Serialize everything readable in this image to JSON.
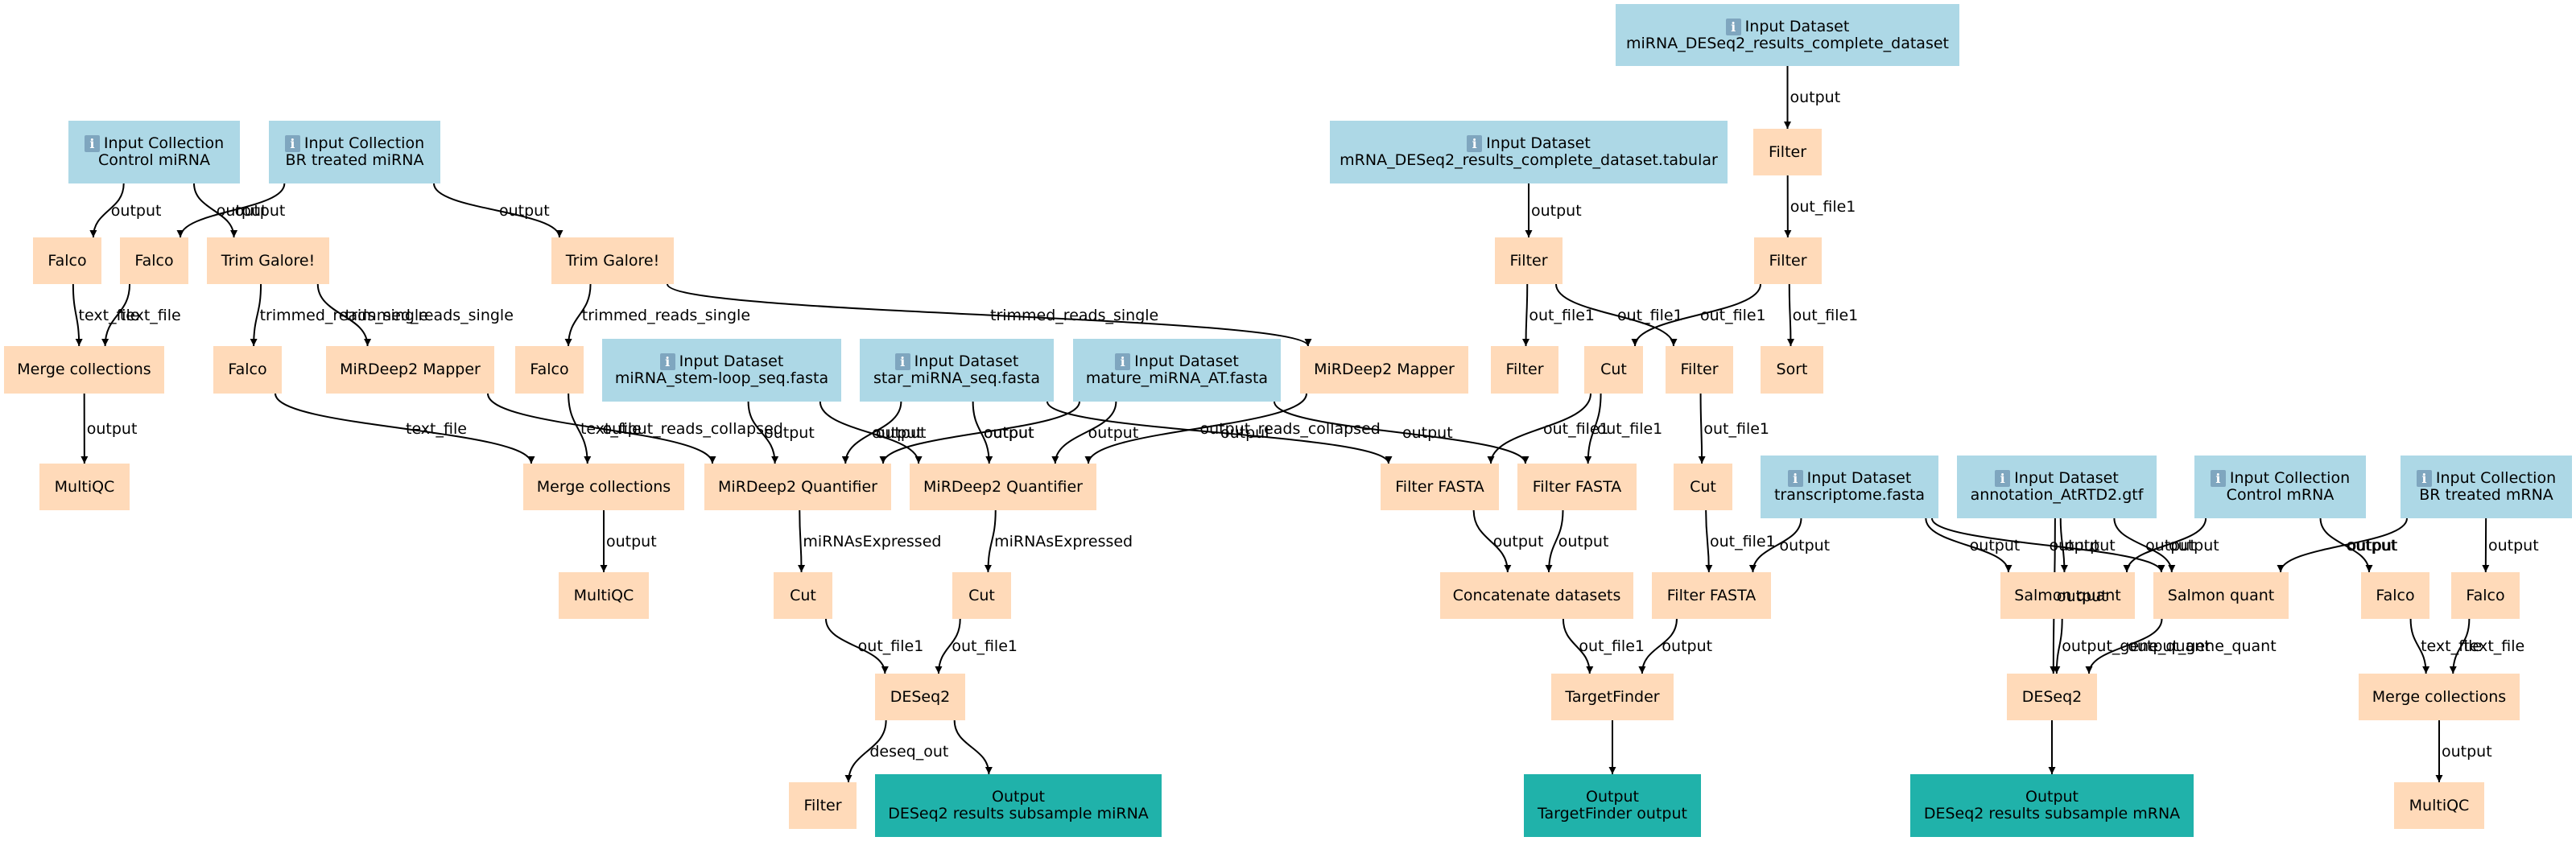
{
  "diagram": {
    "colors": {
      "input": "#add8e6",
      "tool": "#ffdab9",
      "output": "#20b2aa",
      "edge": "#000000"
    },
    "nodes": [
      {
        "id": "in_ctrl_mirna",
        "type": "input",
        "title": "Input Collection",
        "subtitle": "Control miRNA",
        "icon": "info-icon"
      },
      {
        "id": "in_br_mirna",
        "type": "input",
        "title": "Input Collection",
        "subtitle": "BR treated miRNA",
        "icon": "info-icon"
      },
      {
        "id": "falco1",
        "type": "tool",
        "title": "Falco"
      },
      {
        "id": "falco2",
        "type": "tool",
        "title": "Falco"
      },
      {
        "id": "trim1",
        "type": "tool",
        "title": "Trim Galore!"
      },
      {
        "id": "trim2",
        "type": "tool",
        "title": "Trim Galore!"
      },
      {
        "id": "merge1",
        "type": "tool",
        "title": "Merge collections"
      },
      {
        "id": "falco3",
        "type": "tool",
        "title": "Falco"
      },
      {
        "id": "mapper1",
        "type": "tool",
        "title": "MiRDeep2 Mapper"
      },
      {
        "id": "falco4",
        "type": "tool",
        "title": "Falco"
      },
      {
        "id": "multiqc1",
        "type": "tool",
        "title": "MultiQC"
      },
      {
        "id": "in_stemloop",
        "type": "input",
        "title": "Input Dataset",
        "subtitle": "miRNA_stem-loop_seq.fasta",
        "icon": "info-icon"
      },
      {
        "id": "in_star",
        "type": "input",
        "title": "Input Dataset",
        "subtitle": "star_miRNA_seq.fasta",
        "icon": "info-icon"
      },
      {
        "id": "in_mature",
        "type": "input",
        "title": "Input Dataset",
        "subtitle": "mature_miRNA_AT.fasta",
        "icon": "info-icon"
      },
      {
        "id": "mapper2",
        "type": "tool",
        "title": "MiRDeep2 Mapper"
      },
      {
        "id": "merge2",
        "type": "tool",
        "title": "Merge collections"
      },
      {
        "id": "quant1",
        "type": "tool",
        "title": "MiRDeep2 Quantifier"
      },
      {
        "id": "quant2",
        "type": "tool",
        "title": "MiRDeep2 Quantifier"
      },
      {
        "id": "multiqc2",
        "type": "tool",
        "title": "MultiQC"
      },
      {
        "id": "cut1",
        "type": "tool",
        "title": "Cut"
      },
      {
        "id": "cut2",
        "type": "tool",
        "title": "Cut"
      },
      {
        "id": "deseq_mirna",
        "type": "tool",
        "title": "DESeq2"
      },
      {
        "id": "filter_deseq",
        "type": "tool",
        "title": "Filter"
      },
      {
        "id": "out_mirna",
        "type": "output",
        "title": "Output",
        "subtitle": "DESeq2 results subsample miRNA"
      },
      {
        "id": "in_mirna_deseq",
        "type": "input",
        "title": "Input Dataset",
        "subtitle": "miRNA_DESeq2_results_complete_dataset",
        "icon": "info-icon"
      },
      {
        "id": "in_mrna_deseq",
        "type": "input",
        "title": "Input Dataset",
        "subtitle": "mRNA_DESeq2_results_complete_dataset.tabular",
        "icon": "info-icon"
      },
      {
        "id": "filter_top",
        "type": "tool",
        "title": "Filter"
      },
      {
        "id": "filter_m1",
        "type": "tool",
        "title": "Filter"
      },
      {
        "id": "filter_r1",
        "type": "tool",
        "title": "Filter"
      },
      {
        "id": "filter_m2",
        "type": "tool",
        "title": "Filter"
      },
      {
        "id": "cut3",
        "type": "tool",
        "title": "Cut"
      },
      {
        "id": "filter_m3",
        "type": "tool",
        "title": "Filter"
      },
      {
        "id": "sort1",
        "type": "tool",
        "title": "Sort"
      },
      {
        "id": "ffasta1",
        "type": "tool",
        "title": "Filter FASTA"
      },
      {
        "id": "ffasta2",
        "type": "tool",
        "title": "Filter FASTA"
      },
      {
        "id": "cut4",
        "type": "tool",
        "title": "Cut"
      },
      {
        "id": "concat",
        "type": "tool",
        "title": "Concatenate datasets"
      },
      {
        "id": "ffasta3",
        "type": "tool",
        "title": "Filter FASTA"
      },
      {
        "id": "targetfinder",
        "type": "tool",
        "title": "TargetFinder"
      },
      {
        "id": "out_tf",
        "type": "output",
        "title": "Output",
        "subtitle": "TargetFinder output"
      },
      {
        "id": "in_transcriptome",
        "type": "input",
        "title": "Input Dataset",
        "subtitle": "transcriptome.fasta",
        "icon": "info-icon"
      },
      {
        "id": "in_annotation",
        "type": "input",
        "title": "Input Dataset",
        "subtitle": "annotation_AtRTD2.gtf",
        "icon": "info-icon"
      },
      {
        "id": "in_ctrl_mrna",
        "type": "input",
        "title": "Input Collection",
        "subtitle": "Control mRNA",
        "icon": "info-icon"
      },
      {
        "id": "in_br_mrna",
        "type": "input",
        "title": "Input Collection",
        "subtitle": "BR treated mRNA",
        "icon": "info-icon"
      },
      {
        "id": "salmon1",
        "type": "tool",
        "title": "Salmon quant"
      },
      {
        "id": "salmon2",
        "type": "tool",
        "title": "Salmon quant"
      },
      {
        "id": "falco5",
        "type": "tool",
        "title": "Falco"
      },
      {
        "id": "falco6",
        "type": "tool",
        "title": "Falco"
      },
      {
        "id": "deseq_mrna",
        "type": "tool",
        "title": "DESeq2"
      },
      {
        "id": "merge3",
        "type": "tool",
        "title": "Merge collections"
      },
      {
        "id": "out_mrna",
        "type": "output",
        "title": "Output",
        "subtitle": "DESeq2 results subsample mRNA"
      },
      {
        "id": "multiqc3",
        "type": "tool",
        "title": "MultiQC"
      }
    ],
    "edges": [
      {
        "from": "in_ctrl_mirna",
        "to": "falco1",
        "label": "output"
      },
      {
        "from": "in_ctrl_mirna",
        "to": "trim1",
        "label": "output"
      },
      {
        "from": "in_br_mirna",
        "to": "falco2",
        "label": "output"
      },
      {
        "from": "in_br_mirna",
        "to": "trim2",
        "label": "output"
      },
      {
        "from": "falco1",
        "to": "merge1",
        "label": "text_file"
      },
      {
        "from": "falco2",
        "to": "merge1",
        "label": "text_file"
      },
      {
        "from": "trim1",
        "to": "falco3",
        "label": "trimmed_reads_single"
      },
      {
        "from": "trim1",
        "to": "mapper1",
        "label": "trimmed_reads_single"
      },
      {
        "from": "trim2",
        "to": "falco4",
        "label": "trimmed_reads_single"
      },
      {
        "from": "trim2",
        "to": "mapper2",
        "label": "trimmed_reads_single"
      },
      {
        "from": "merge1",
        "to": "multiqc1",
        "label": "output"
      },
      {
        "from": "falco3",
        "to": "merge2",
        "label": "text_file"
      },
      {
        "from": "falco4",
        "to": "merge2",
        "label": "text_file"
      },
      {
        "from": "mapper1",
        "to": "quant1",
        "label": "output_reads_collapsed"
      },
      {
        "from": "mapper2",
        "to": "quant2",
        "label": "output_reads_collapsed"
      },
      {
        "from": "in_stemloop",
        "to": "quant1",
        "label": "output"
      },
      {
        "from": "in_stemloop",
        "to": "quant2",
        "label": "output"
      },
      {
        "from": "in_star",
        "to": "quant1",
        "label": "output"
      },
      {
        "from": "in_star",
        "to": "quant2",
        "label": "output"
      },
      {
        "from": "in_star",
        "to": "ffasta1",
        "label": "output"
      },
      {
        "from": "in_mature",
        "to": "quant1",
        "label": "output"
      },
      {
        "from": "in_mature",
        "to": "quant2",
        "label": "output"
      },
      {
        "from": "in_mature",
        "to": "ffasta2",
        "label": "output"
      },
      {
        "from": "merge2",
        "to": "multiqc2",
        "label": "output"
      },
      {
        "from": "quant1",
        "to": "cut1",
        "label": "miRNAsExpressed"
      },
      {
        "from": "quant2",
        "to": "cut2",
        "label": "miRNAsExpressed"
      },
      {
        "from": "cut1",
        "to": "deseq_mirna",
        "label": "out_file1"
      },
      {
        "from": "cut2",
        "to": "deseq_mirna",
        "label": "out_file1"
      },
      {
        "from": "deseq_mirna",
        "to": "filter_deseq",
        "label": "deseq_out"
      },
      {
        "from": "deseq_mirna",
        "to": "out_mirna",
        "label": ""
      },
      {
        "from": "in_mirna_deseq",
        "to": "filter_top",
        "label": "output"
      },
      {
        "from": "filter_top",
        "to": "filter_r1",
        "label": "out_file1"
      },
      {
        "from": "in_mrna_deseq",
        "to": "filter_m1",
        "label": "output"
      },
      {
        "from": "filter_m1",
        "to": "filter_m2",
        "label": "out_file1"
      },
      {
        "from": "filter_m1",
        "to": "filter_m3",
        "label": "out_file1"
      },
      {
        "from": "filter_r1",
        "to": "cut3",
        "label": "out_file1"
      },
      {
        "from": "filter_r1",
        "to": "sort1",
        "label": "out_file1"
      },
      {
        "from": "cut3",
        "to": "ffasta1",
        "label": "out_file1"
      },
      {
        "from": "cut3",
        "to": "ffasta2",
        "label": "out_file1"
      },
      {
        "from": "filter_m3",
        "to": "cut4",
        "label": "out_file1"
      },
      {
        "from": "ffasta1",
        "to": "concat",
        "label": "output"
      },
      {
        "from": "ffasta2",
        "to": "concat",
        "label": "output"
      },
      {
        "from": "cut4",
        "to": "ffasta3",
        "label": "out_file1"
      },
      {
        "from": "in_transcriptome",
        "to": "ffasta3",
        "label": "output"
      },
      {
        "from": "concat",
        "to": "targetfinder",
        "label": "out_file1"
      },
      {
        "from": "ffasta3",
        "to": "targetfinder",
        "label": "output"
      },
      {
        "from": "targetfinder",
        "to": "out_tf",
        "label": ""
      },
      {
        "from": "in_transcriptome",
        "to": "salmon1",
        "label": "output"
      },
      {
        "from": "in_transcriptome",
        "to": "salmon2",
        "label": "output"
      },
      {
        "from": "in_annotation",
        "to": "salmon1",
        "label": "output"
      },
      {
        "from": "in_annotation",
        "to": "salmon2",
        "label": "output"
      },
      {
        "from": "in_annotation",
        "to": "deseq_mrna",
        "label": "output"
      },
      {
        "from": "in_ctrl_mrna",
        "to": "salmon1",
        "label": "output"
      },
      {
        "from": "in_ctrl_mrna",
        "to": "falco5",
        "label": "output"
      },
      {
        "from": "in_br_mrna",
        "to": "salmon2",
        "label": "output"
      },
      {
        "from": "in_br_mrna",
        "to": "falco6",
        "label": "output"
      },
      {
        "from": "salmon1",
        "to": "deseq_mrna",
        "label": "output_gene_quant"
      },
      {
        "from": "salmon2",
        "to": "deseq_mrna",
        "label": "output_gene_quant"
      },
      {
        "from": "falco5",
        "to": "merge3",
        "label": "text_file"
      },
      {
        "from": "falco6",
        "to": "merge3",
        "label": "text_file"
      },
      {
        "from": "deseq_mrna",
        "to": "out_mrna",
        "label": ""
      },
      {
        "from": "merge3",
        "to": "multiqc3",
        "label": "output"
      }
    ]
  }
}
